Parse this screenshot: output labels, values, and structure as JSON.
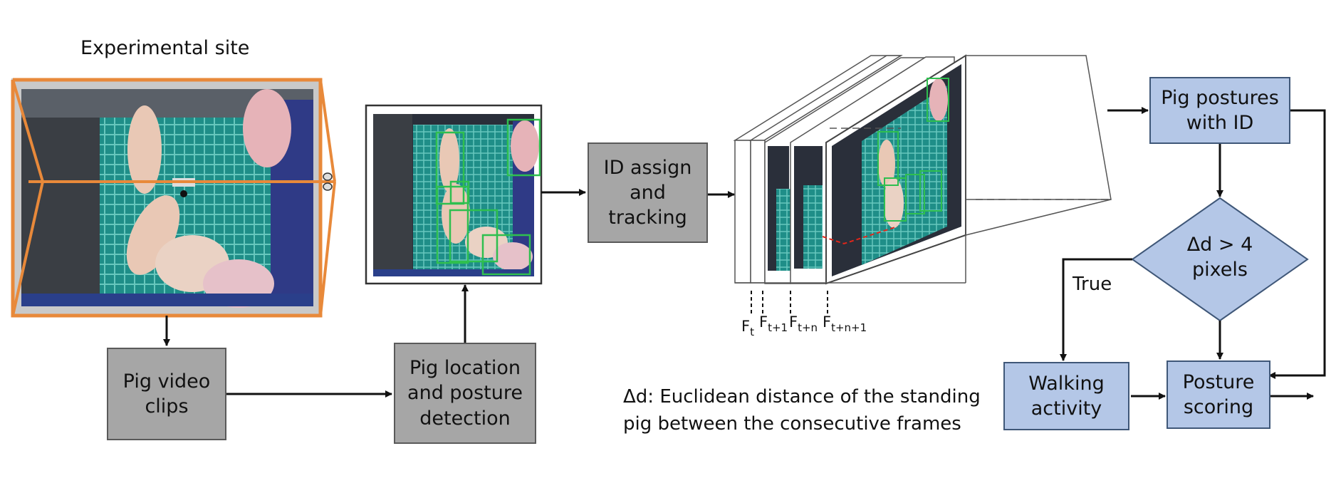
{
  "site_label": "Experimental site",
  "boxes": {
    "pig_video": "Pig video\nclips",
    "pig_location": "Pig location\nand posture\ndetection",
    "id_assign": "ID assign\nand\ntracking",
    "postures_id": "Pig postures\nwith ID",
    "decision": "Δd > 4\npixels",
    "walking": "Walking\nactivity",
    "posture_scoring": "Posture\nscoring"
  },
  "true_label": "True",
  "frames": [
    {
      "base": "F",
      "sub": "t"
    },
    {
      "base": "F",
      "sub": "t+1"
    },
    {
      "base": "F",
      "sub": "t+n"
    },
    {
      "base": "F",
      "sub": "t+n+1"
    }
  ],
  "note_line1": "Δd: Euclidean distance of the standing",
  "note_line2": "pig between the consecutive frames",
  "colors": {
    "gray_box": "#a6a6a6",
    "blue_box": "#b4c7e7",
    "orange_frame": "#e8893a",
    "detection_box": "#2fbf4f",
    "floor": "#1e8f86"
  }
}
